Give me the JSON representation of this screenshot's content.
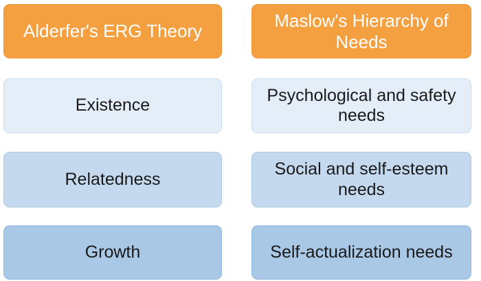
{
  "headers": {
    "left": "Alderfer's ERG Theory",
    "right": "Maslow's Hierarchy of Needs"
  },
  "rows": [
    {
      "erg": "Existence",
      "maslow": "Psychological and safety needs"
    },
    {
      "erg": "Relatedness",
      "maslow": "Social and self-esteem needs"
    },
    {
      "erg": "Growth",
      "maslow": "Self-actualization needs"
    }
  ],
  "colors": {
    "header_fill": "#f4a040",
    "header_text": "#ffffff",
    "row1_fill": "#e4eef8",
    "row2_fill": "#c5d9ee",
    "row3_fill": "#a8c8e6",
    "body_text": "#1a1a1a"
  }
}
